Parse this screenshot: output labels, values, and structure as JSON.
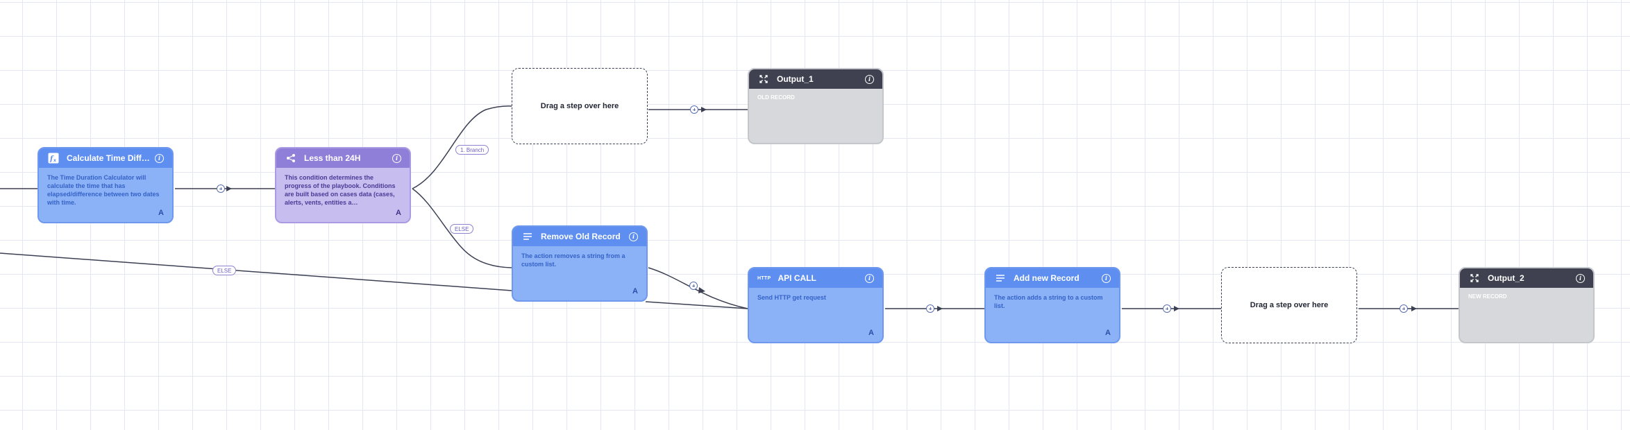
{
  "nodes": {
    "calc": {
      "title": "Calculate Time Diff…",
      "icon": "function-icon",
      "description": "The Time Duration Calculator will calculate the time that has elapsed/difference between two dates with time.",
      "marker": "A"
    },
    "condition": {
      "title": "Less than 24H",
      "icon": "branch-icon",
      "description": "This condition determines the progress of the playbook. Conditions are built based on cases data (cases, alerts, vents, entities a…",
      "marker": "A"
    },
    "remove": {
      "title": "Remove Old Record",
      "icon": "list-icon",
      "description": "The action removes a string from a custom list.",
      "marker": "A"
    },
    "api": {
      "title": "API CALL",
      "icon_text": "HTTP",
      "icon": "http-icon",
      "description": "Send HTTP get request",
      "marker": "A"
    },
    "add": {
      "title": "Add new Record",
      "icon": "list-icon",
      "description": "The action adds a string to a custom list.",
      "marker": "A"
    },
    "output1": {
      "title": "Output_1",
      "icon": "expand-icon",
      "label": "OLD RECORD"
    },
    "output2": {
      "title": "Output_2",
      "icon": "expand-icon",
      "label": "NEW RECORD"
    }
  },
  "placeholders": {
    "drop1": "Drag a step over here",
    "drop2": "Drag a step over here"
  },
  "labels": {
    "branch1": "1. Branch",
    "else_condition": "ELSE",
    "else_left": "ELSE"
  },
  "info_glyph": "i",
  "colors": {
    "action_header": "#5e8ff0",
    "action_body": "#8bb1f7",
    "condition_header": "#8f7fd8",
    "condition_body": "#c8bdef",
    "output_header": "#3f4150",
    "output_body": "#d6d8db",
    "wire": "#3b3f52"
  }
}
